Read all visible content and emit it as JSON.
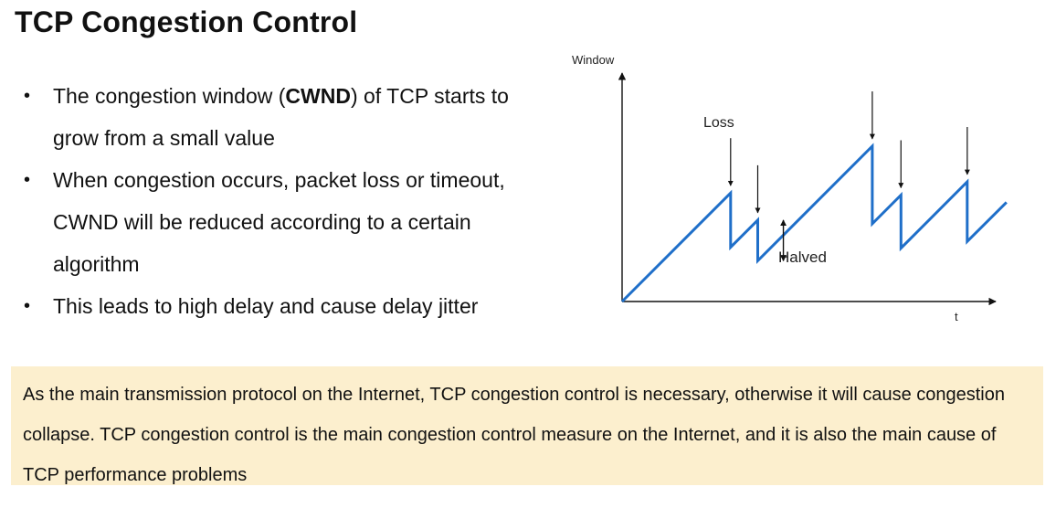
{
  "title": "TCP Congestion Control",
  "bullets": [
    {
      "before": "The congestion window (",
      "bold": "CWND",
      "after": ") of TCP starts to grow from a small value"
    },
    {
      "before": "When congestion occurs, packet loss or timeout, CWND will be reduced according to a certain algorithm",
      "bold": "",
      "after": ""
    },
    {
      "before": "This leads to high delay and cause delay jitter",
      "bold": "",
      "after": ""
    }
  ],
  "bullet_symbol": "•",
  "diagram": {
    "y_axis_label": "Window",
    "x_axis_label": "t",
    "loss_label": "Loss",
    "halved_label": "Halved",
    "line_color": "#1f6fc9",
    "cwnd_curve": [
      [
        0,
        0
      ],
      [
        3.6,
        3.6
      ],
      [
        3.6,
        1.8
      ],
      [
        4.5,
        2.7
      ],
      [
        4.5,
        1.35
      ],
      [
        8.3,
        5.15
      ],
      [
        8.3,
        2.58
      ],
      [
        9.25,
        3.53
      ],
      [
        9.25,
        1.77
      ],
      [
        11.45,
        3.97
      ],
      [
        11.45,
        1.99
      ],
      [
        12.75,
        3.29
      ]
    ],
    "loss_events": [
      [
        3.6,
        3.6
      ],
      [
        4.5,
        2.7
      ],
      [
        8.3,
        5.15
      ],
      [
        9.25,
        3.53
      ],
      [
        11.45,
        3.97
      ]
    ],
    "halved_marker": {
      "t": 5.35,
      "from": 1.35,
      "to": 2.7
    }
  },
  "callout_text": "As the main transmission protocol on the Internet, TCP congestion control is necessary, otherwise it will cause congestion collapse. TCP congestion control is the main congestion control measure on the Internet, and it is also the main cause of TCP performance problems"
}
